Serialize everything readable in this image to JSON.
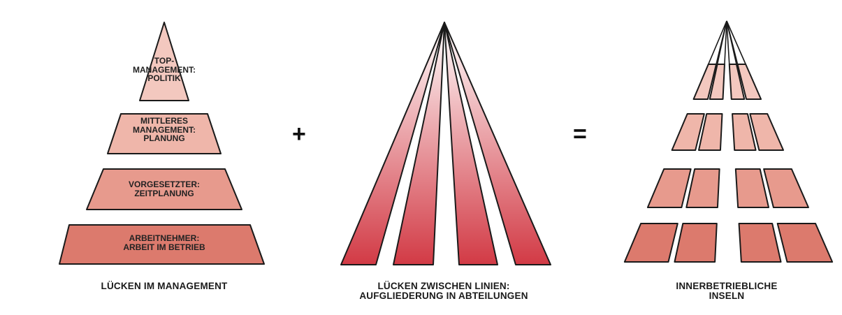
{
  "colors": {
    "outline": "#1a1a1a",
    "tier1": "#f3c8bf",
    "tier2": "#efb6aa",
    "tier3": "#e79a8d",
    "tier4": "#dc7a6d",
    "stripe_top": "#ffffff",
    "stripe_bottom": "#d23a45"
  },
  "pyramid": {
    "tiers": [
      {
        "label": "TOP-\nMANAGEMENT:\nPOLITIK"
      },
      {
        "label": "MITTLERES\nMANAGEMENT:\nPLANUNG"
      },
      {
        "label": "VORGESETZTER:\nZEITPLANUNG"
      },
      {
        "label": "ARBEITNEHMER:\nARBEIT IM BETRIEB"
      }
    ],
    "caption": "LÜCKEN IM MANAGEMENT"
  },
  "operators": {
    "plus": "+",
    "equals": "="
  },
  "lines": {
    "caption": "LÜCKEN ZWISCHEN LINIEN:\nAUFGLIEDERUNG IN ABTEILUNGEN"
  },
  "islands": {
    "caption": "INNERBETRIEBLICHE\nINSELN"
  }
}
